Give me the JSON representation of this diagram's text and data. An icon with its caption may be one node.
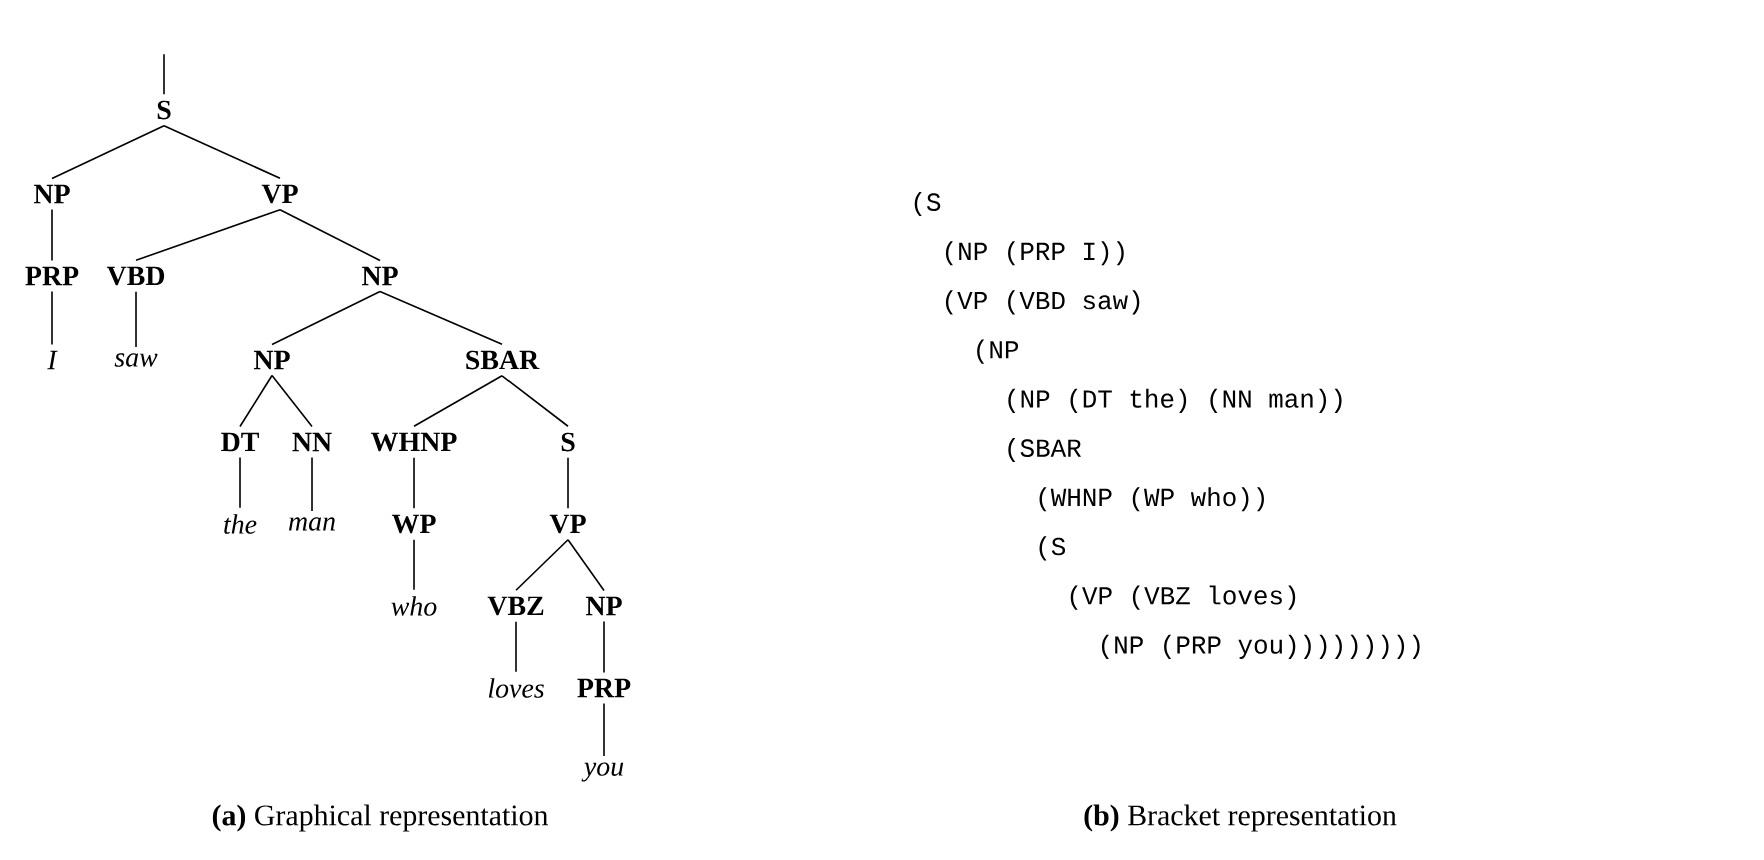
{
  "diagram": {
    "nodes": [
      {
        "text": [
          "S"
        ]
      },
      {
        "text": [
          "NP"
        ]
      },
      {
        "text": [
          "VP"
        ]
      },
      {
        "text": [
          "PRP"
        ]
      },
      {
        "text": [
          "I"
        ]
      },
      {
        "text": [
          "VBD"
        ]
      },
      {
        "text": [
          "saw"
        ]
      },
      {
        "text": [
          "NP"
        ]
      },
      {
        "text": [
          "NP"
        ]
      },
      {
        "text": [
          "SBAR"
        ]
      },
      {
        "text": [
          "DT"
        ]
      },
      {
        "text": [
          "the"
        ]
      },
      {
        "text": [
          "NN"
        ]
      },
      {
        "text": [
          "man"
        ]
      },
      {
        "text": [
          "WHNP"
        ]
      },
      {
        "text": [
          "WP"
        ]
      },
      {
        "text": [
          "who"
        ]
      },
      {
        "text": [
          "S"
        ]
      },
      {
        "text": [
          "VP"
        ]
      },
      {
        "text": [
          "VBZ"
        ]
      },
      {
        "text": [
          "loves"
        ]
      },
      {
        "text": [
          "NP"
        ]
      },
      {
        "text": [
          "PRP"
        ]
      },
      {
        "text": [
          "you"
        ]
      }
    ],
    "edges": [
      {
        "from": null,
        "to": 0,
        "arrow": "none"
      },
      {
        "from": 0,
        "to": 1,
        "arrow": "none"
      },
      {
        "from": 0,
        "to": 2,
        "arrow": "none"
      },
      {
        "from": 1,
        "to": 3,
        "arrow": "none"
      },
      {
        "from": 3,
        "to": 4,
        "arrow": "none"
      },
      {
        "from": 2,
        "to": 5,
        "arrow": "none"
      },
      {
        "from": 2,
        "to": 7,
        "arrow": "none"
      },
      {
        "from": 5,
        "to": 6,
        "arrow": "none"
      },
      {
        "from": 7,
        "to": 8,
        "arrow": "none"
      },
      {
        "from": 7,
        "to": 9,
        "arrow": "none"
      },
      {
        "from": 8,
        "to": 10,
        "arrow": "none"
      },
      {
        "from": 8,
        "to": 12,
        "arrow": "none"
      },
      {
        "from": 10,
        "to": 11,
        "arrow": "none"
      },
      {
        "from": 12,
        "to": 13,
        "arrow": "none"
      },
      {
        "from": 9,
        "to": 14,
        "arrow": "none"
      },
      {
        "from": 9,
        "to": 17,
        "arrow": "none"
      },
      {
        "from": 14,
        "to": 15,
        "arrow": "none"
      },
      {
        "from": 15,
        "to": 16,
        "arrow": "none"
      },
      {
        "from": 17,
        "to": 18,
        "arrow": "none"
      },
      {
        "from": 18,
        "to": 19,
        "arrow": "none"
      },
      {
        "from": 18,
        "to": 21,
        "arrow": "none"
      },
      {
        "from": 19,
        "to": 20,
        "arrow": "none"
      },
      {
        "from": 21,
        "to": 22,
        "arrow": "none"
      },
      {
        "from": 22,
        "to": 23,
        "arrow": "none"
      }
    ],
    "labels": [
      "(S",
      "(NP (PRP I))",
      "(VP (VBD saw)",
      "(NP",
      "(NP (DT the) (NN man))",
      "(SBAR",
      "(WHNP (WP who))",
      "(S",
      "(VP (VBZ loves)",
      "(NP (PRP you)))))))))",
      "**(a)** Graphical representation",
      "**(b)** Bracket representation"
    ]
  }
}
